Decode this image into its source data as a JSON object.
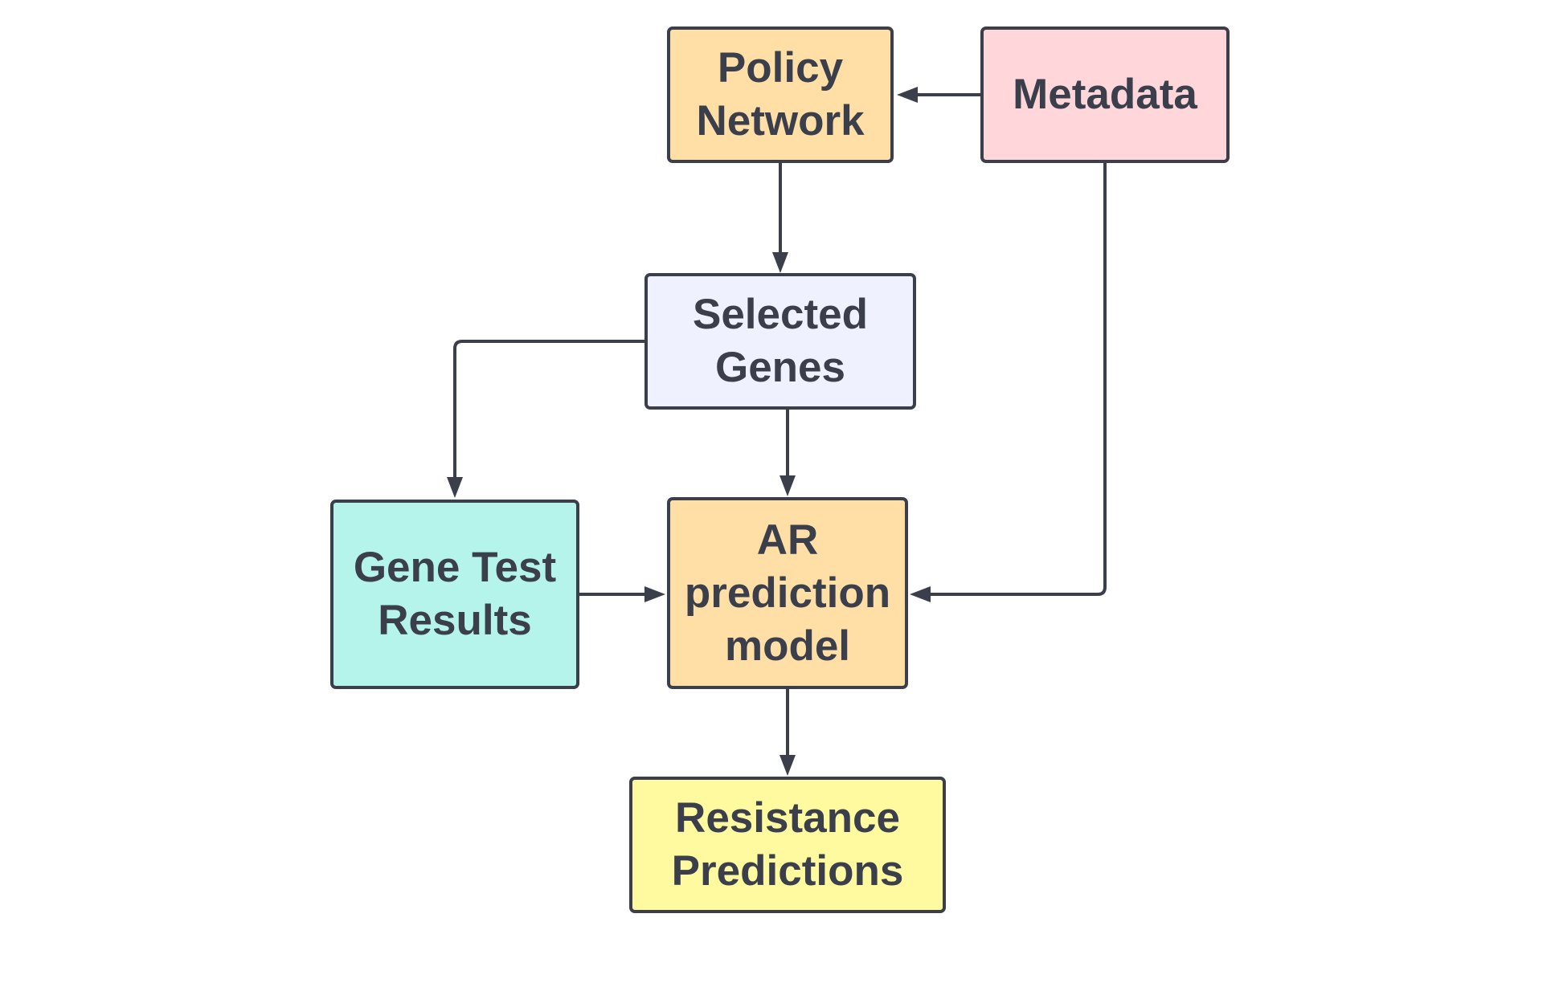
{
  "nodes": {
    "policy_network": {
      "label": "Policy\nNetwork",
      "fill": "#ffdfa6"
    },
    "metadata": {
      "label": "Metadata",
      "fill": "#ffd7db"
    },
    "selected_genes": {
      "label": "Selected\nGenes",
      "fill": "#f0f1ff"
    },
    "gene_test_results": {
      "label": "Gene Test\nResults",
      "fill": "#b5f4ea"
    },
    "ar_prediction_model": {
      "label": "AR\nprediction\nmodel",
      "fill": "#ffdfa6"
    },
    "resistance_predictions": {
      "label": "Resistance\nPredictions",
      "fill": "#fff9a0"
    }
  },
  "edges": [
    {
      "from": "Metadata",
      "to": "Policy Network"
    },
    {
      "from": "Policy Network",
      "to": "Selected Genes"
    },
    {
      "from": "Selected Genes",
      "to": "Gene Test Results"
    },
    {
      "from": "Selected Genes",
      "to": "AR prediction model"
    },
    {
      "from": "Gene Test Results",
      "to": "AR prediction model"
    },
    {
      "from": "Metadata",
      "to": "AR prediction model"
    },
    {
      "from": "AR prediction model",
      "to": "Resistance Predictions"
    }
  ],
  "colors": {
    "stroke": "#3a3f4b",
    "text": "#3a3f4b",
    "background": "#ffffff"
  }
}
